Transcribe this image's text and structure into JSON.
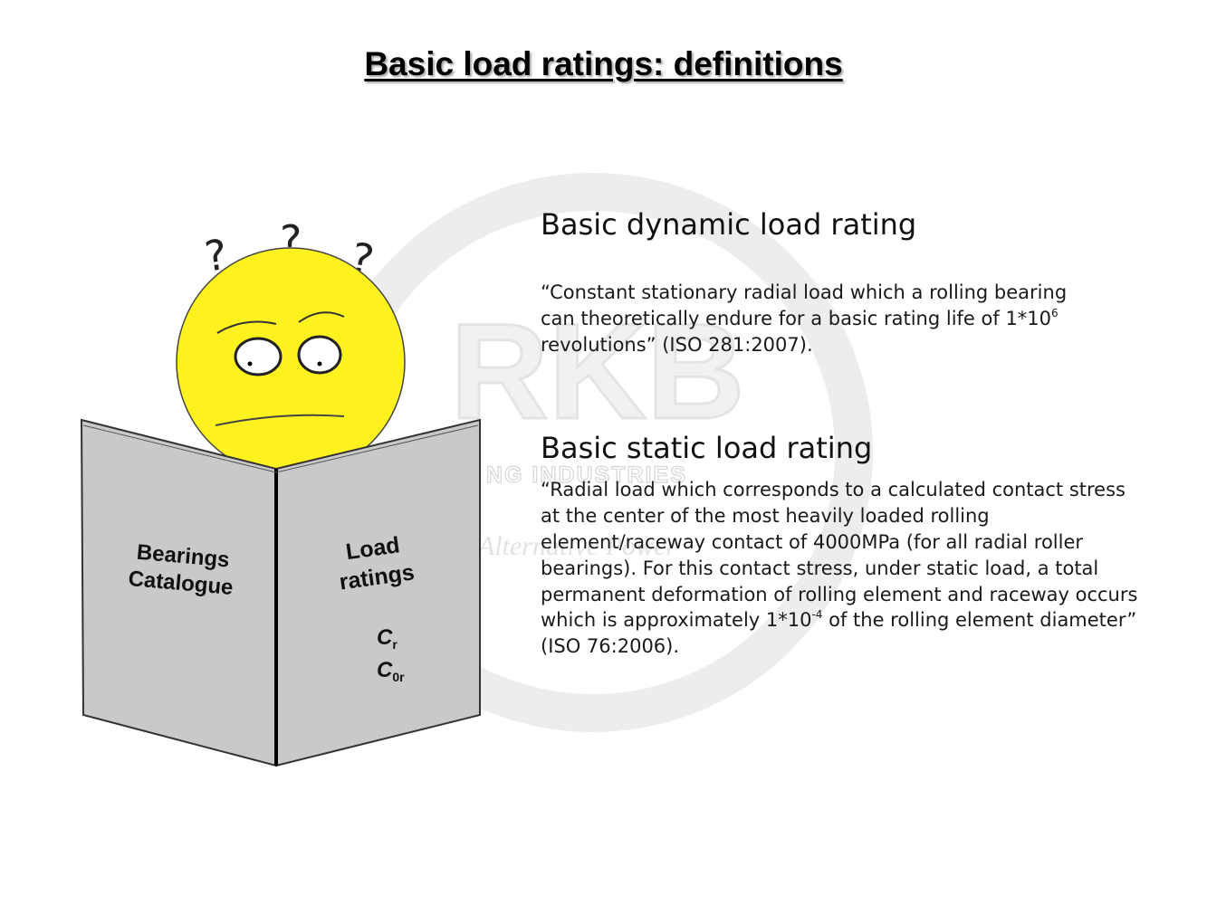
{
  "page": {
    "title": "Basic load ratings: definitions"
  },
  "watermark": {
    "logo_letters": "RKB",
    "company_fragment": "NG INDUSTRIES",
    "tagline_fragment": "Alternative Power"
  },
  "illustration": {
    "question_mark": "?",
    "book_left_page": [
      "Bearings",
      "Catalogue"
    ],
    "book_right_page": [
      "Load",
      "ratings"
    ],
    "symbol_cr": {
      "base": "C",
      "sub": "r"
    },
    "symbol_c0r": {
      "base": "C",
      "sub": "0r"
    }
  },
  "dynamic": {
    "heading": "Basic dynamic load rating",
    "text_line1": "“Constant stationary radial load which a rolling bearing",
    "text_line2": "can theoretically endure for a basic rating life of 1*10",
    "text_exp": "6",
    "text_line3": "revolutions” (ISO 281:2007)."
  },
  "static": {
    "heading": "Basic static load rating",
    "text_part1": "“Radial load which corresponds to a calculated contact stress at the center of the most heavily loaded rolling element/raceway contact of 4000MPa (for all radial roller bearings). For this contact stress, under static load, a total permanent deformation of rolling element and raceway occurs which is approximately 1*10",
    "text_exp": "-4",
    "text_part2": " of the rolling element diameter” (ISO 76:2006)."
  },
  "colors": {
    "face": "#fff21f",
    "book_page": "#c9c9c9",
    "watermark": "#eeeeee"
  }
}
